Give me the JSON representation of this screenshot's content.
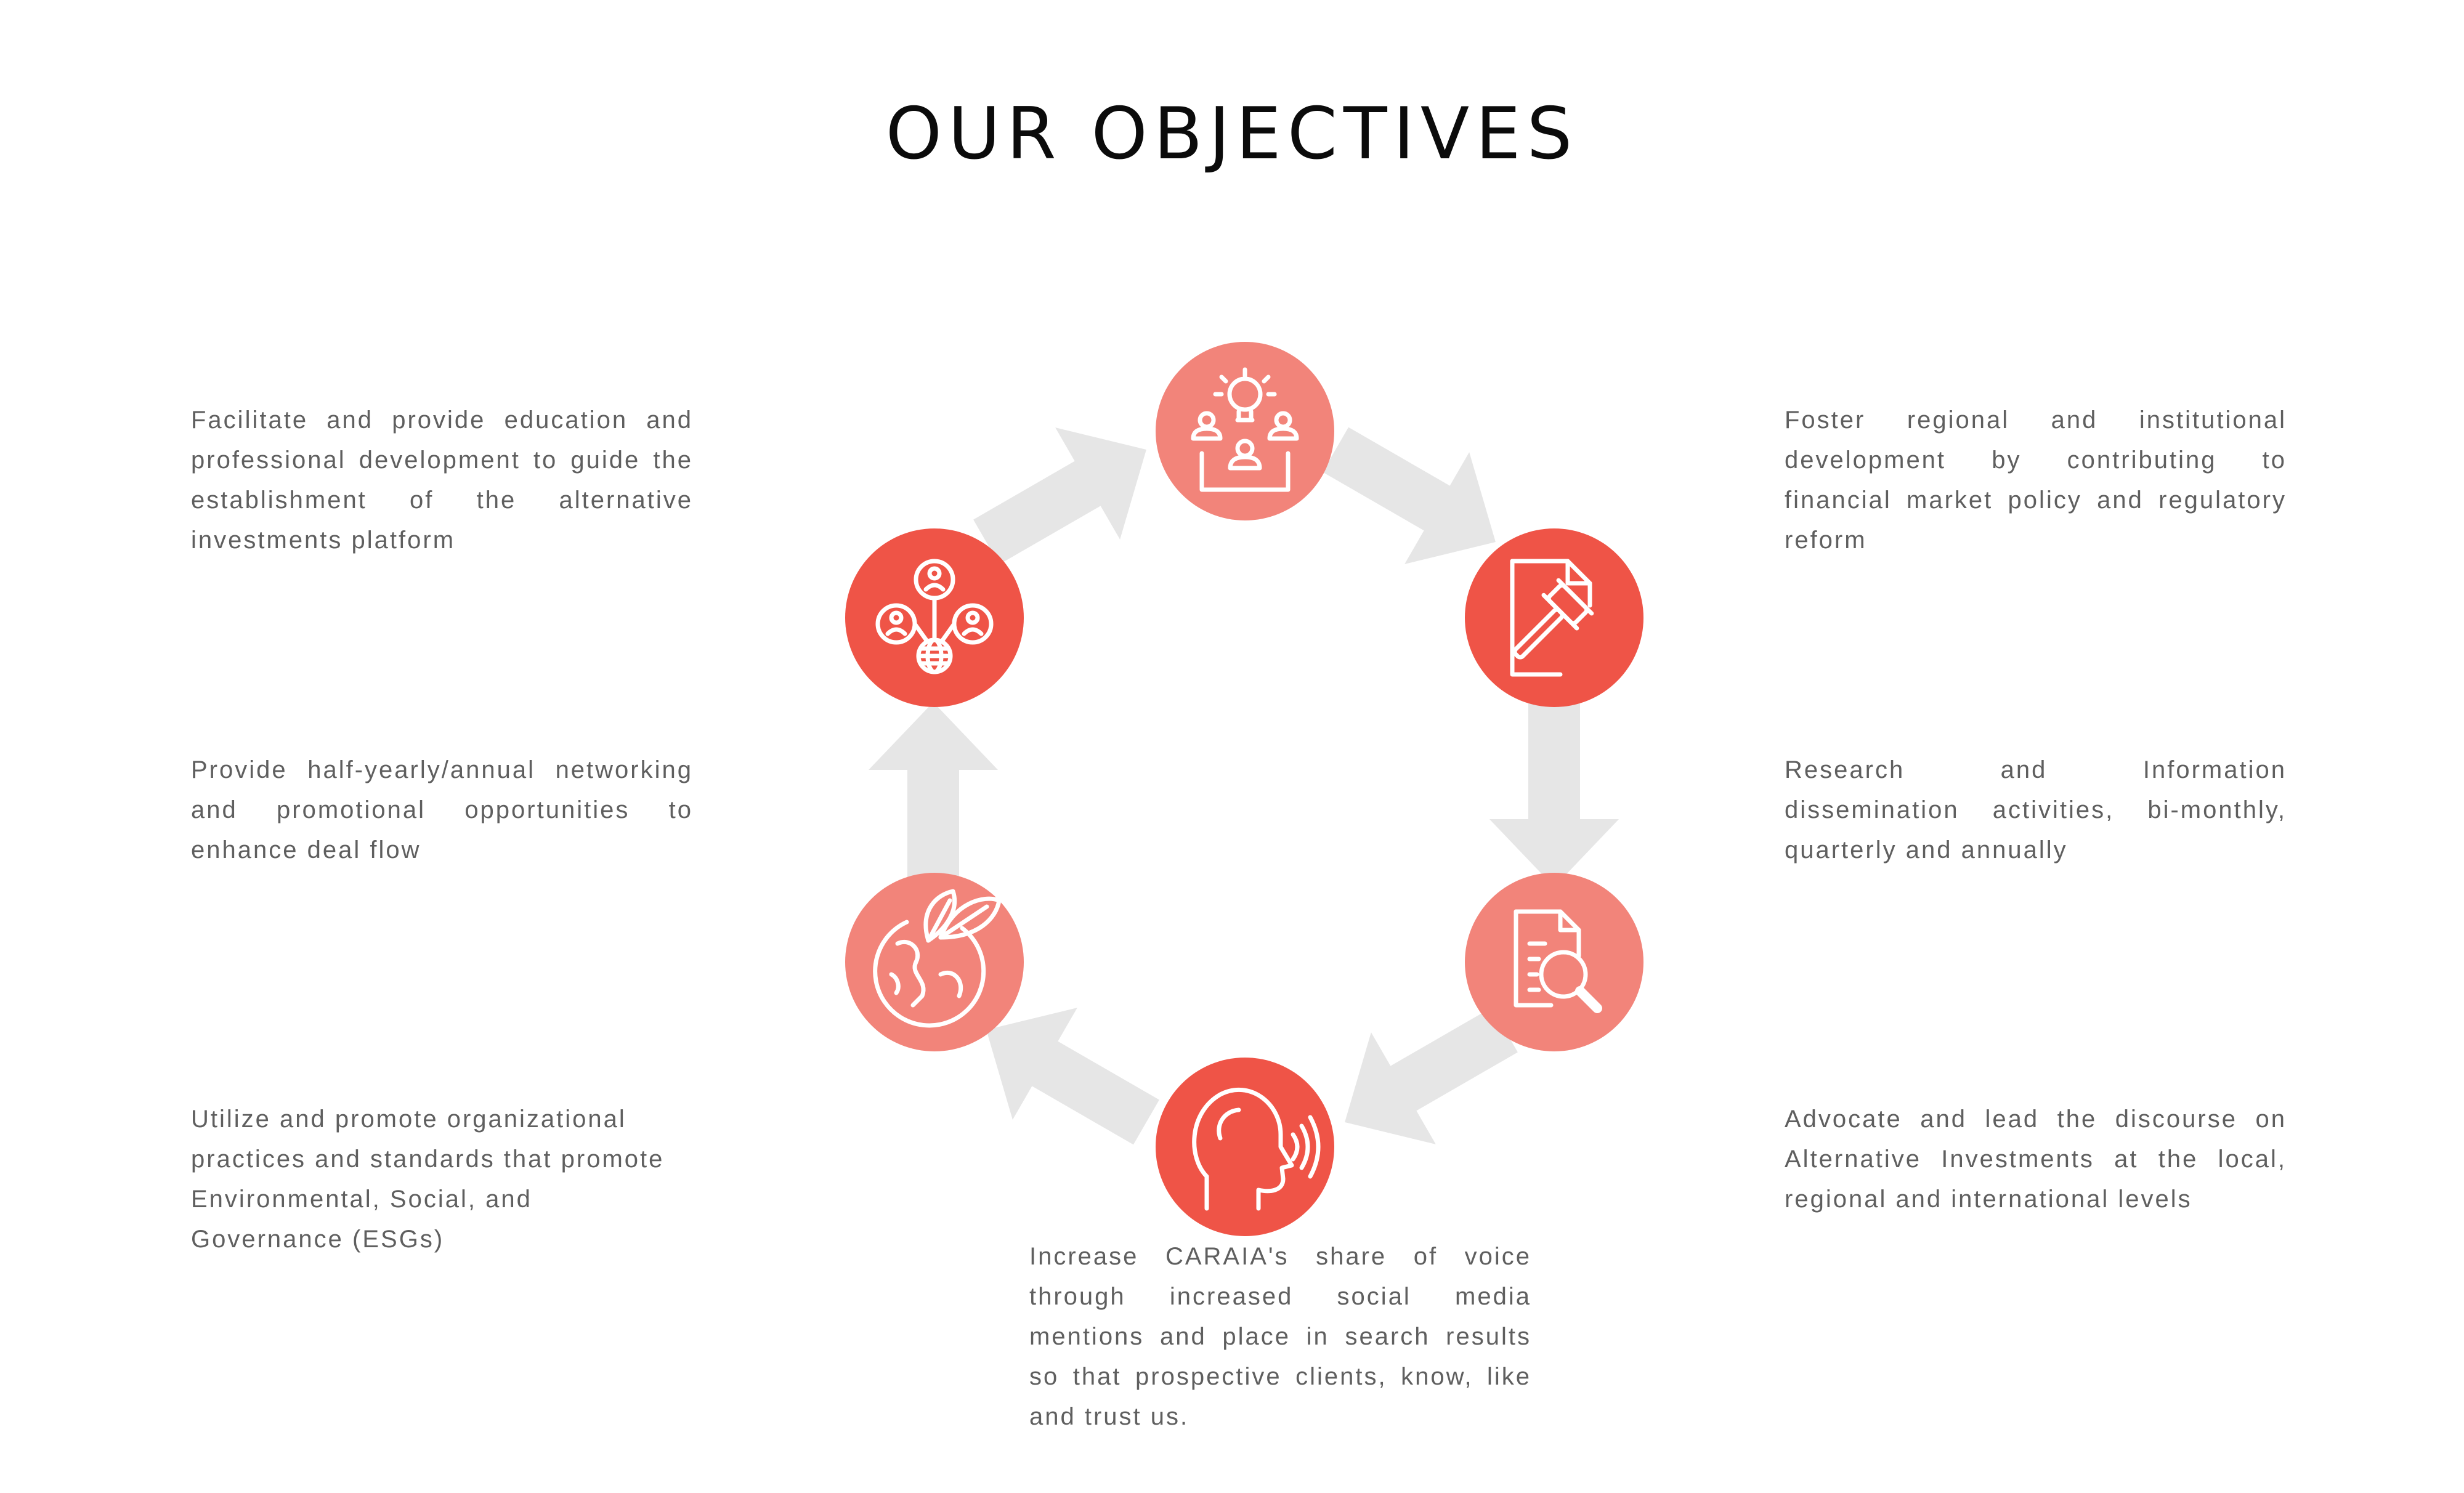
{
  "title": "OUR OBJECTIVES",
  "objectives": [
    {
      "id": "education",
      "text": "Facilitate and provide education and professional development to guide the establishment of the alternative investments platform"
    },
    {
      "id": "networking",
      "text": "Provide half-yearly/annual networking and promotional opportunities to enhance deal flow"
    },
    {
      "id": "esg",
      "text": "Utilize and promote organizational practices and standards that promote Environmental, Social, and Governance (ESGs)"
    },
    {
      "id": "regional",
      "text": "Foster regional and institutional development by contributing to financial market policy and regulatory reform"
    },
    {
      "id": "research",
      "text": "Research and Information dissemination activities, bi-monthly, quarterly and annually"
    },
    {
      "id": "advocate",
      "text": "Advocate and lead the discourse on Alternative Investments at the local, regional and international levels"
    },
    {
      "id": "voice",
      "text": "Increase CARAIA's share of voice through increased social media mentions and place in search results so that prospective clients, know, like and trust us."
    }
  ],
  "cycle_nodes": [
    {
      "name": "ideas-team-node",
      "icon": "ideas-team-icon",
      "color": "#f2847a"
    },
    {
      "name": "regulation-node",
      "icon": "document-gavel-icon",
      "color": "#ef5447"
    },
    {
      "name": "research-node",
      "icon": "document-search-icon",
      "color": "#f2847a"
    },
    {
      "name": "voice-node",
      "icon": "speaking-head-icon",
      "color": "#ef5447"
    },
    {
      "name": "esg-node",
      "icon": "globe-leaves-icon",
      "color": "#f2847a"
    },
    {
      "name": "network-node",
      "icon": "people-network-icon",
      "color": "#ef5447"
    }
  ],
  "colors": {
    "arrow": "#e6e6e6",
    "icon_stroke": "#ffffff",
    "text": "#5f5f5f",
    "title": "#0b0b0b"
  }
}
